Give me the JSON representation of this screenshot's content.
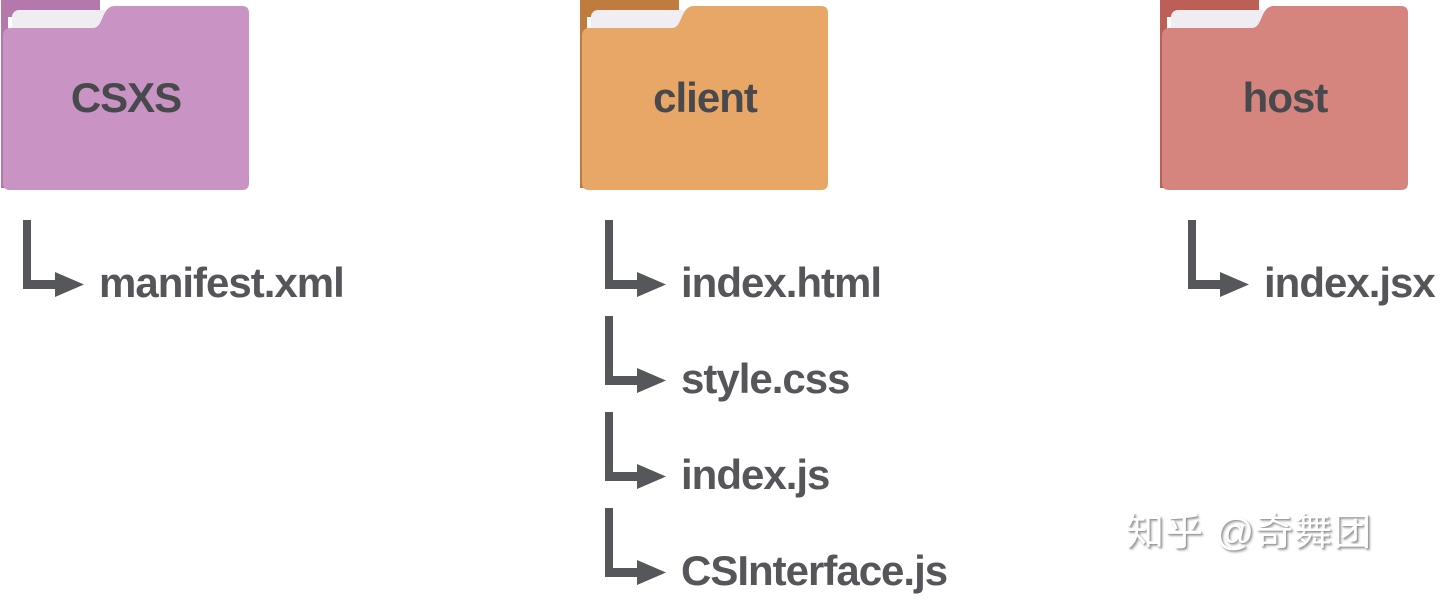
{
  "diagram": {
    "folders": [
      {
        "label": "CSXS",
        "front_color": "#c993c4",
        "back_color": "#b478ad",
        "paper_color": "#efedf2",
        "files": [
          "manifest.xml"
        ]
      },
      {
        "label": "client",
        "front_color": "#e8a766",
        "back_color": "#c07c3e",
        "paper_color": "#f0eef3",
        "files": [
          "index.html",
          "style.css",
          "index.js",
          "CSInterface.js"
        ]
      },
      {
        "label": "host",
        "front_color": "#d5847e",
        "back_color": "#bb5f57",
        "paper_color": "#efedf2",
        "files": [
          "index.jsx"
        ]
      }
    ],
    "label_color": "#48494d",
    "file_text_color": "#56565a",
    "arrow_color": "#56575a",
    "watermark": "知乎 @奇舞团"
  }
}
